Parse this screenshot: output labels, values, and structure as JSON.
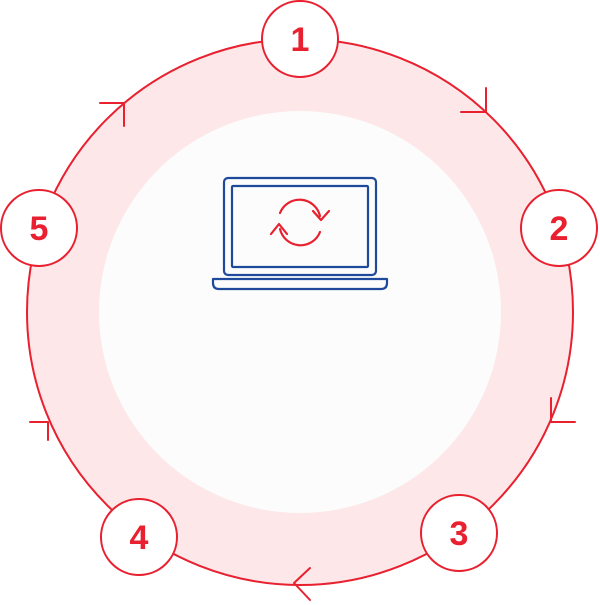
{
  "diagram": {
    "type": "cycle",
    "colors": {
      "accent": "#e8202f",
      "ring_fill": "#fde7e8",
      "inner_fill": "#fcfcfc",
      "node_fill": "#ffffff",
      "laptop": "#1f4a9c"
    },
    "center_icon": "laptop-sync-icon",
    "steps": [
      {
        "label": "1"
      },
      {
        "label": "2"
      },
      {
        "label": "3"
      },
      {
        "label": "4"
      },
      {
        "label": "5"
      }
    ]
  }
}
